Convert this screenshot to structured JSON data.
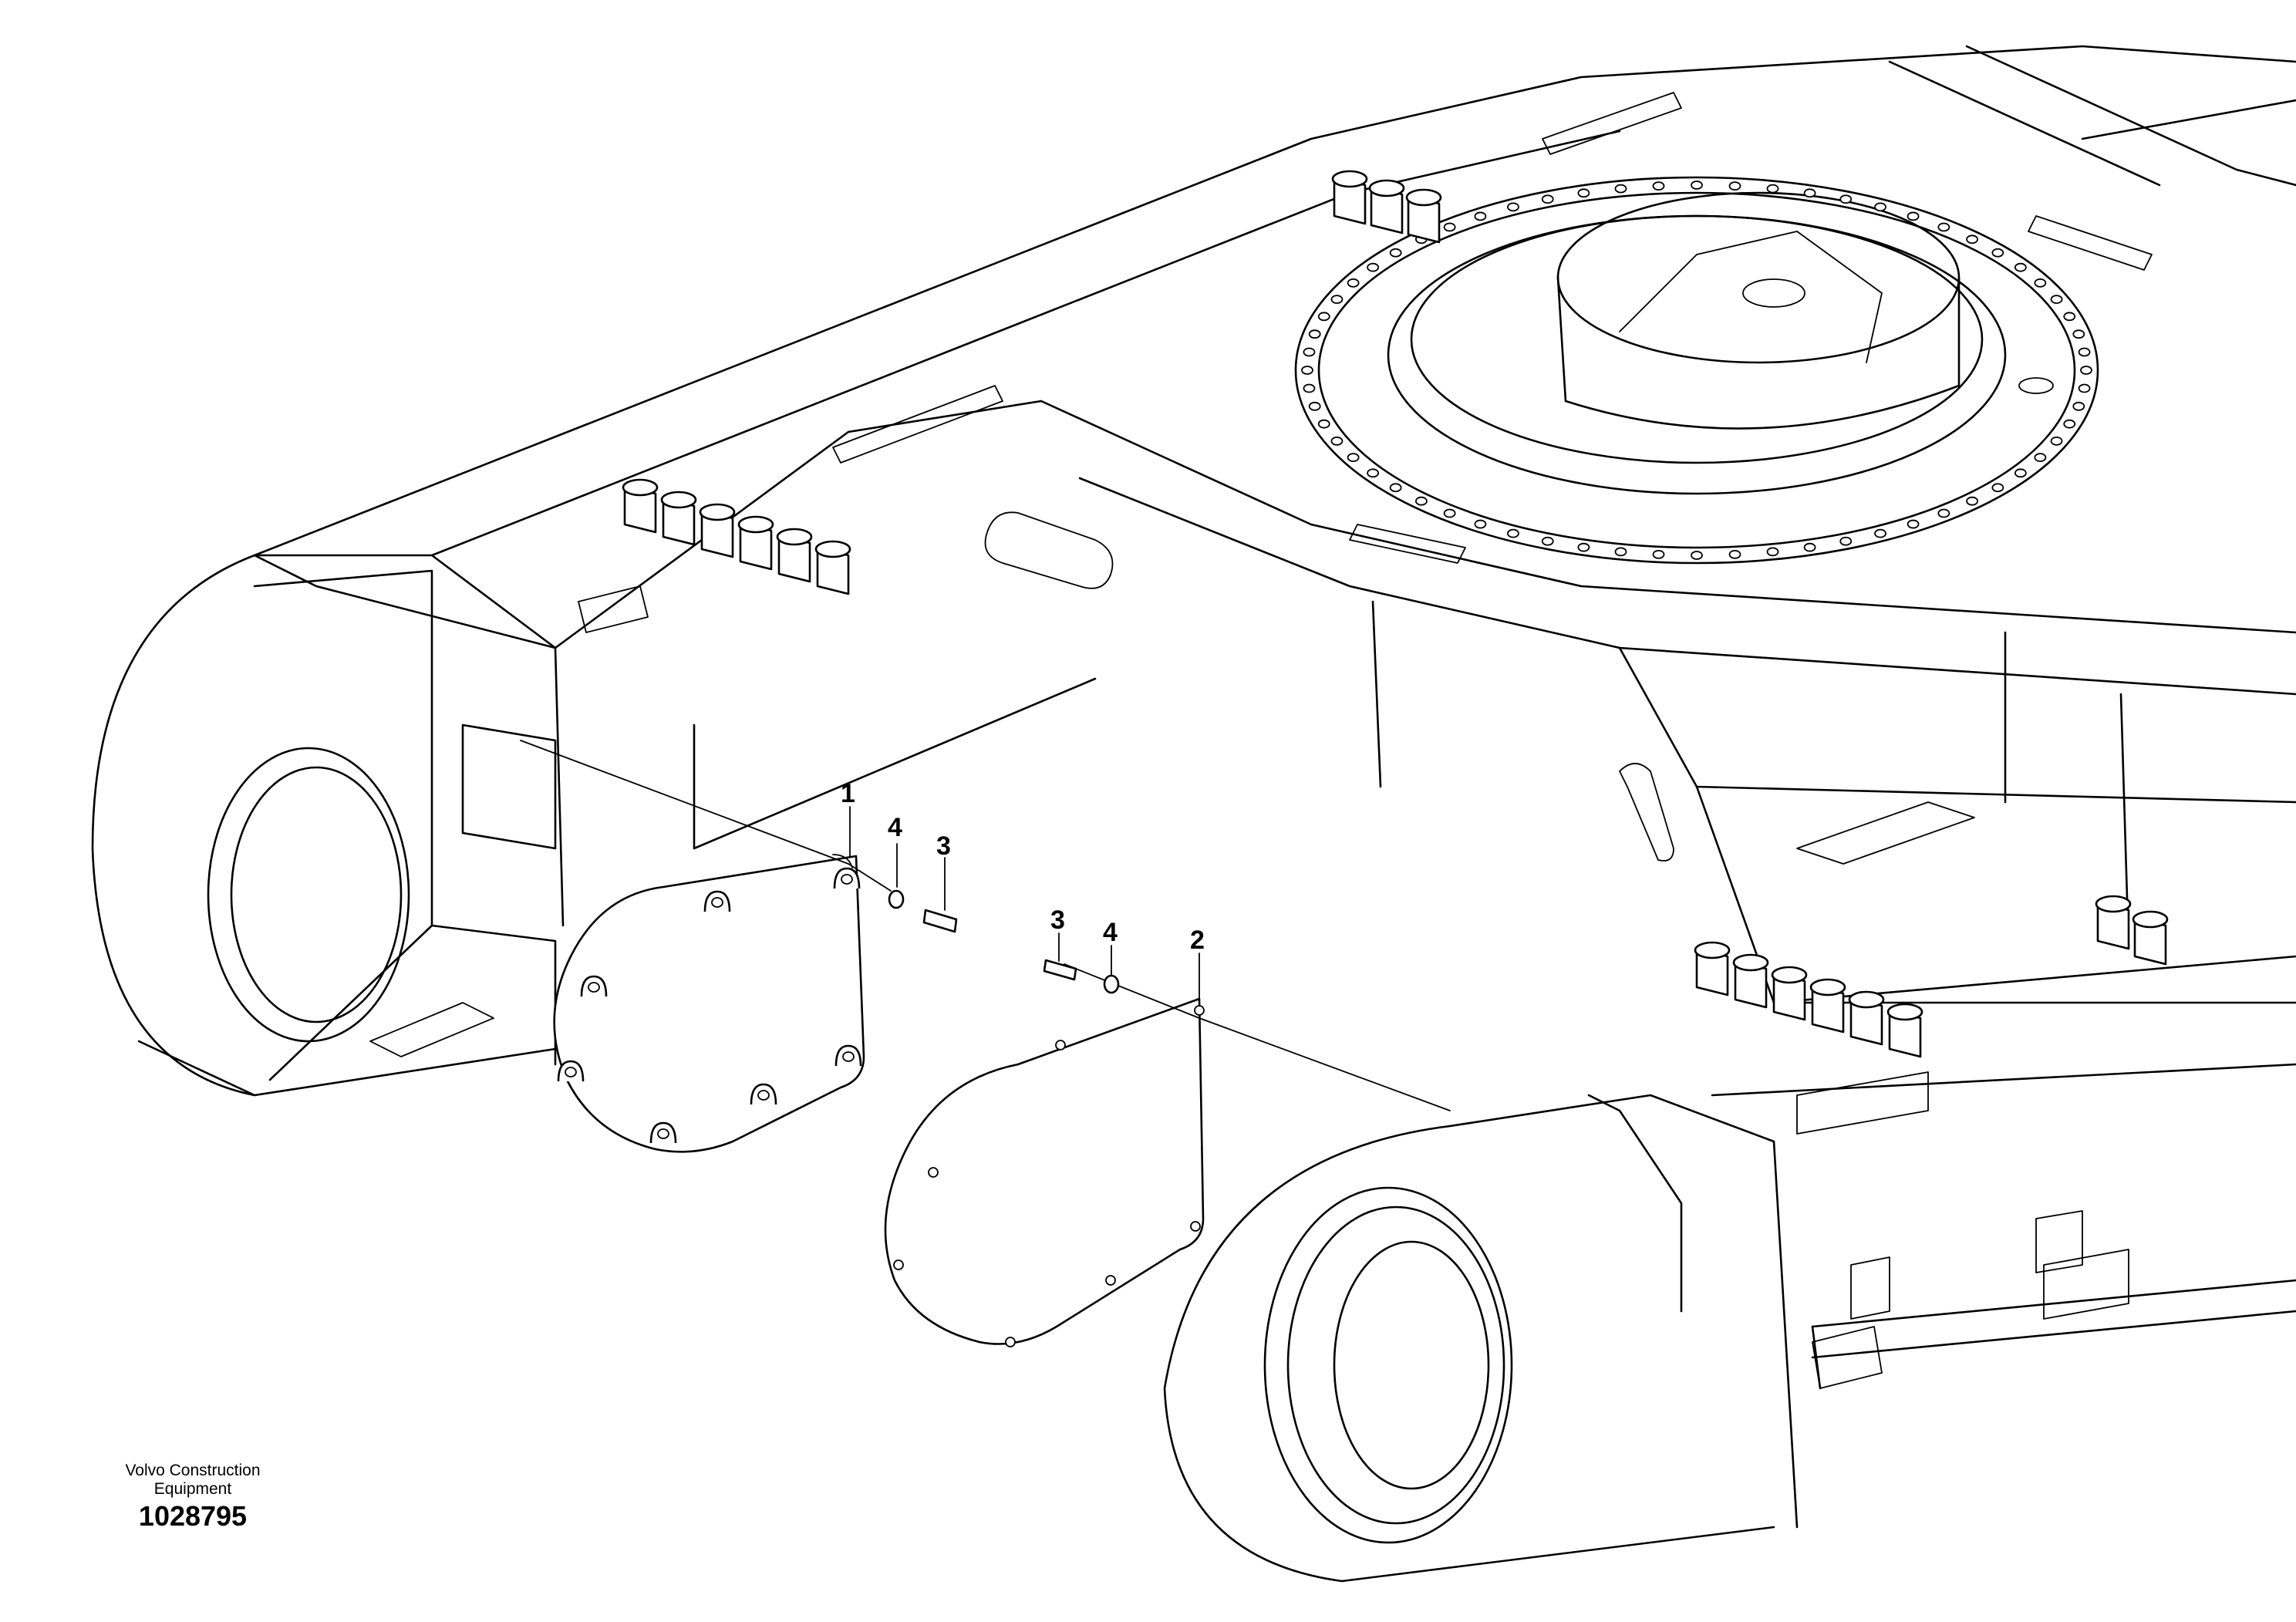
{
  "footer": {
    "brand_line_1": "Volvo Construction",
    "brand_line_2": "Equipment",
    "drawing_number": "1028795"
  },
  "callouts": [
    "1",
    "4",
    "3",
    "3",
    "4",
    "2"
  ]
}
